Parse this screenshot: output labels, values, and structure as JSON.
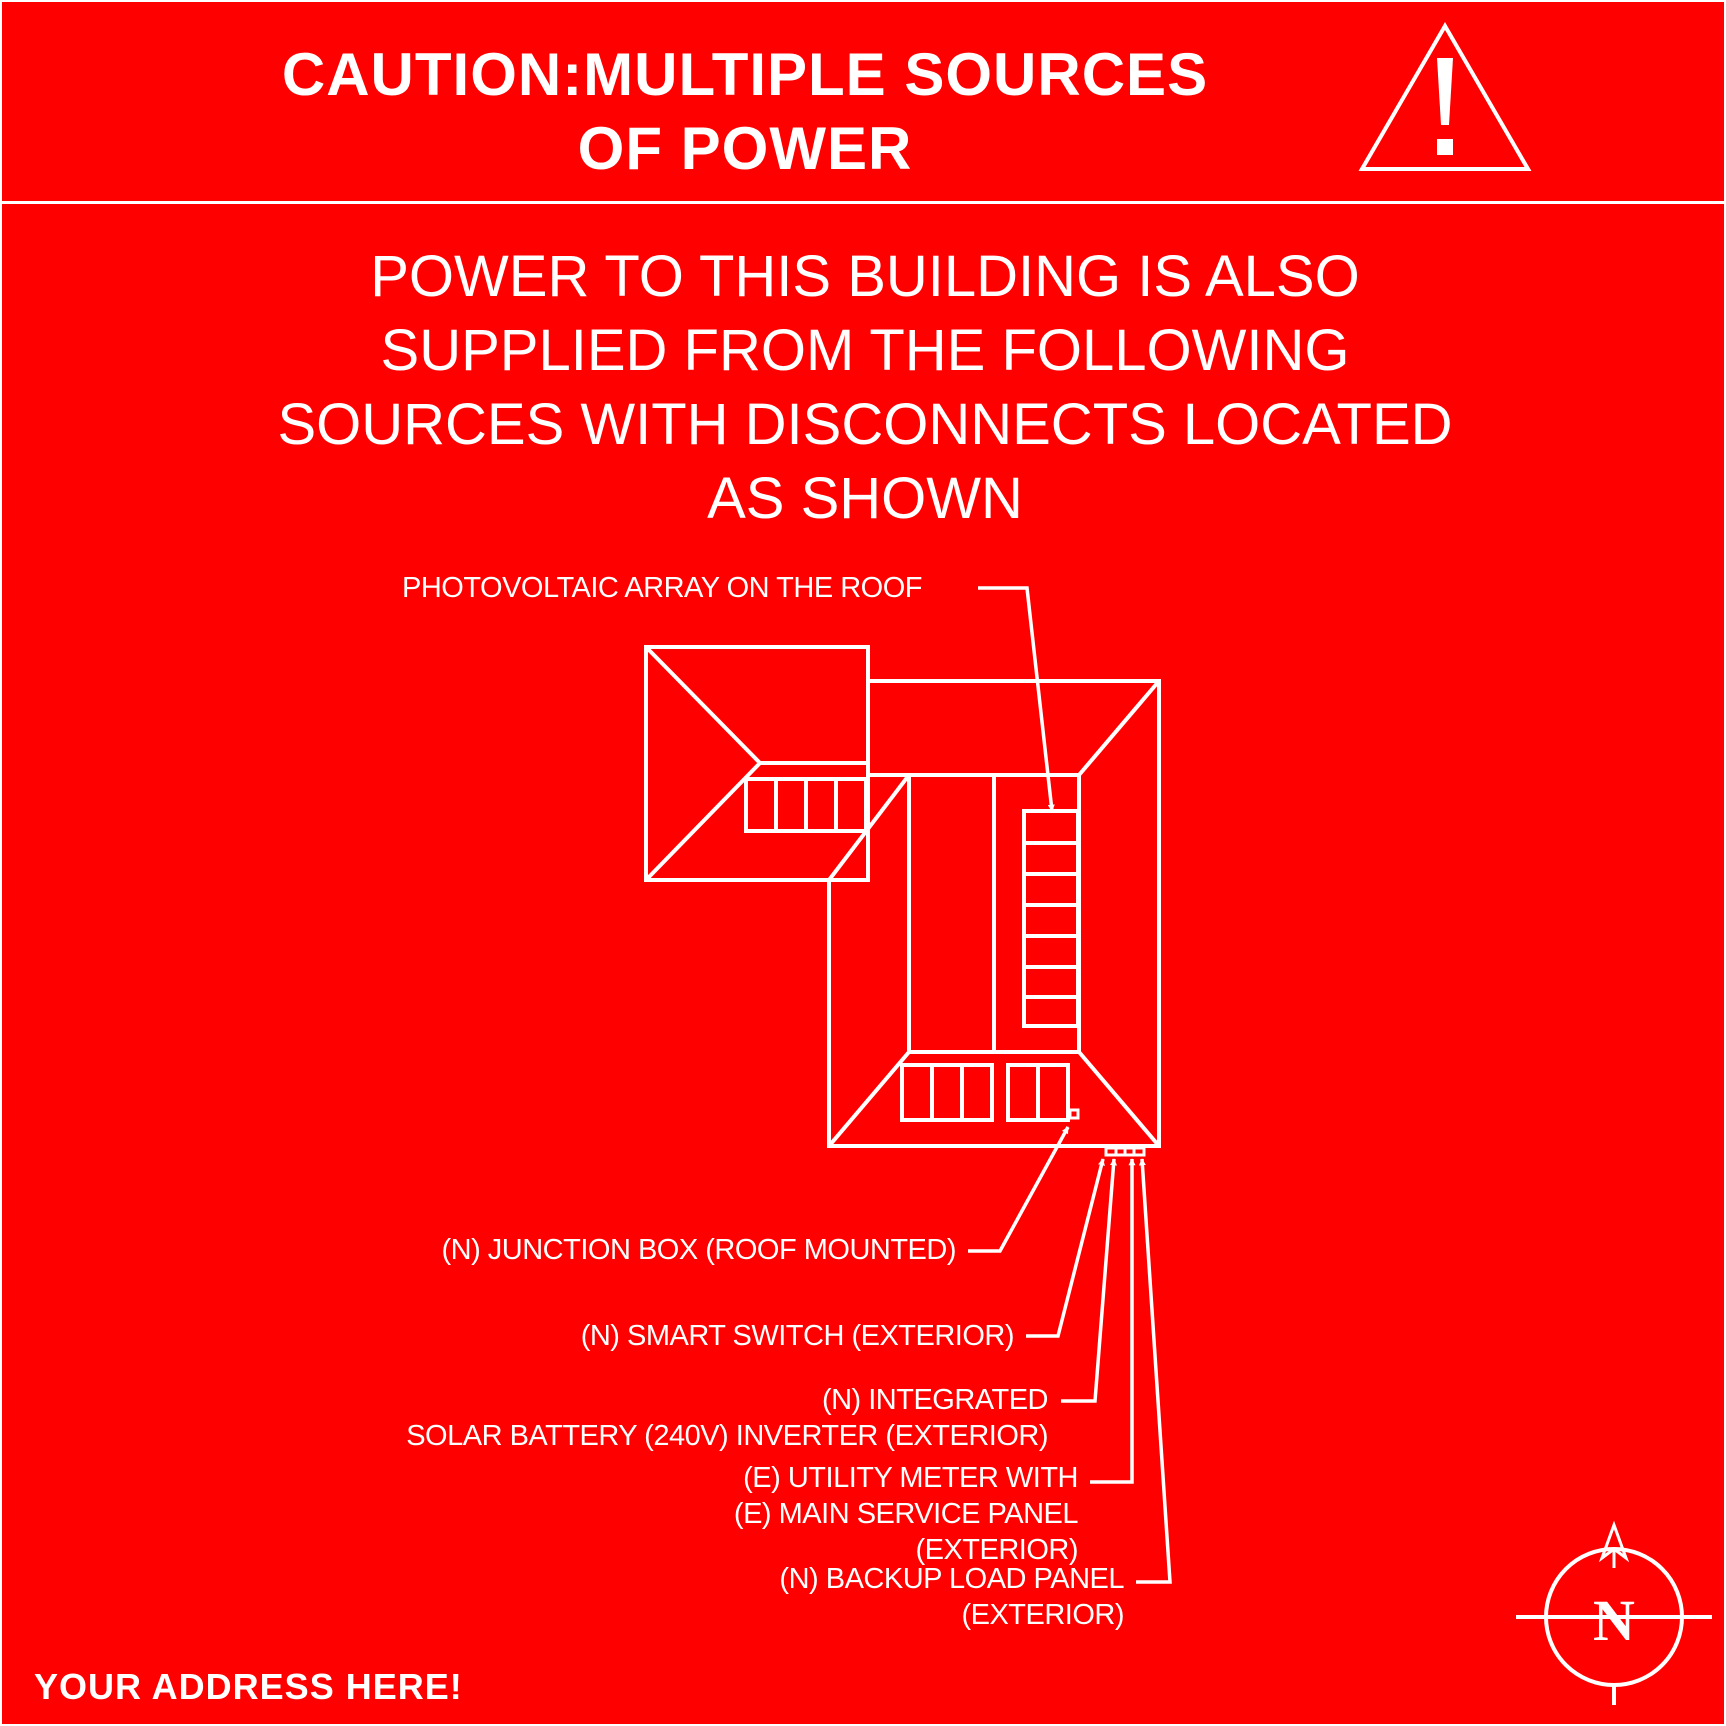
{
  "header": {
    "title_line1": "CAUTION:MULTIPLE SOURCES",
    "title_line2": "OF POWER"
  },
  "notice": {
    "line1": "POWER TO THIS BUILDING IS ALSO",
    "line2": "SUPPLIED FROM THE FOLLOWING",
    "line3": "SOURCES WITH DISCONNECTS LOCATED",
    "line4": "AS SHOWN"
  },
  "labels": {
    "pv_array": "PHOTOVOLTAIC ARRAY ON THE ROOF",
    "junction_box": "(N) JUNCTION BOX (ROOF MOUNTED)",
    "smart_switch": "(N) SMART SWITCH (EXTERIOR)",
    "inverter_line1": "(N) INTEGRATED",
    "inverter_line2": "SOLAR BATTERY (240V) INVERTER (EXTERIOR)",
    "meter_line1": "(E) UTILITY METER WITH",
    "meter_line2": "(E) MAIN SERVICE PANEL",
    "meter_line3": "(EXTERIOR)",
    "backup_line1": "(N) BACKUP LOAD PANEL",
    "backup_line2": "(EXTERIOR)"
  },
  "footer": {
    "address": "YOUR ADDRESS HERE!"
  },
  "compass": {
    "letter": "N"
  },
  "colors": {
    "background": "#ff0000",
    "foreground": "#ffffff"
  },
  "icons": [
    "warning-triangle-icon",
    "north-compass-icon"
  ]
}
